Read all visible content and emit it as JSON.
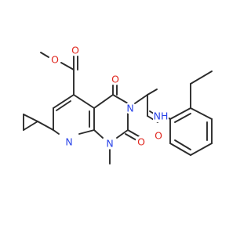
{
  "colors": {
    "background": "#ffffff",
    "carbon_bond": "#2b2b2b",
    "oxygen": "#e0261e",
    "nitrogen": "#2a44e8"
  },
  "atom_labels": {
    "ester_methyl_oxygen": "O",
    "ester_carbonyl_oxygen": "O",
    "c4_oxygen": "O",
    "c2_oxygen": "O",
    "amide_oxygen": "O",
    "amide_nitrogen": "NH",
    "n3": "N",
    "pyridine_nitrogen": "N",
    "n1": "N"
  }
}
